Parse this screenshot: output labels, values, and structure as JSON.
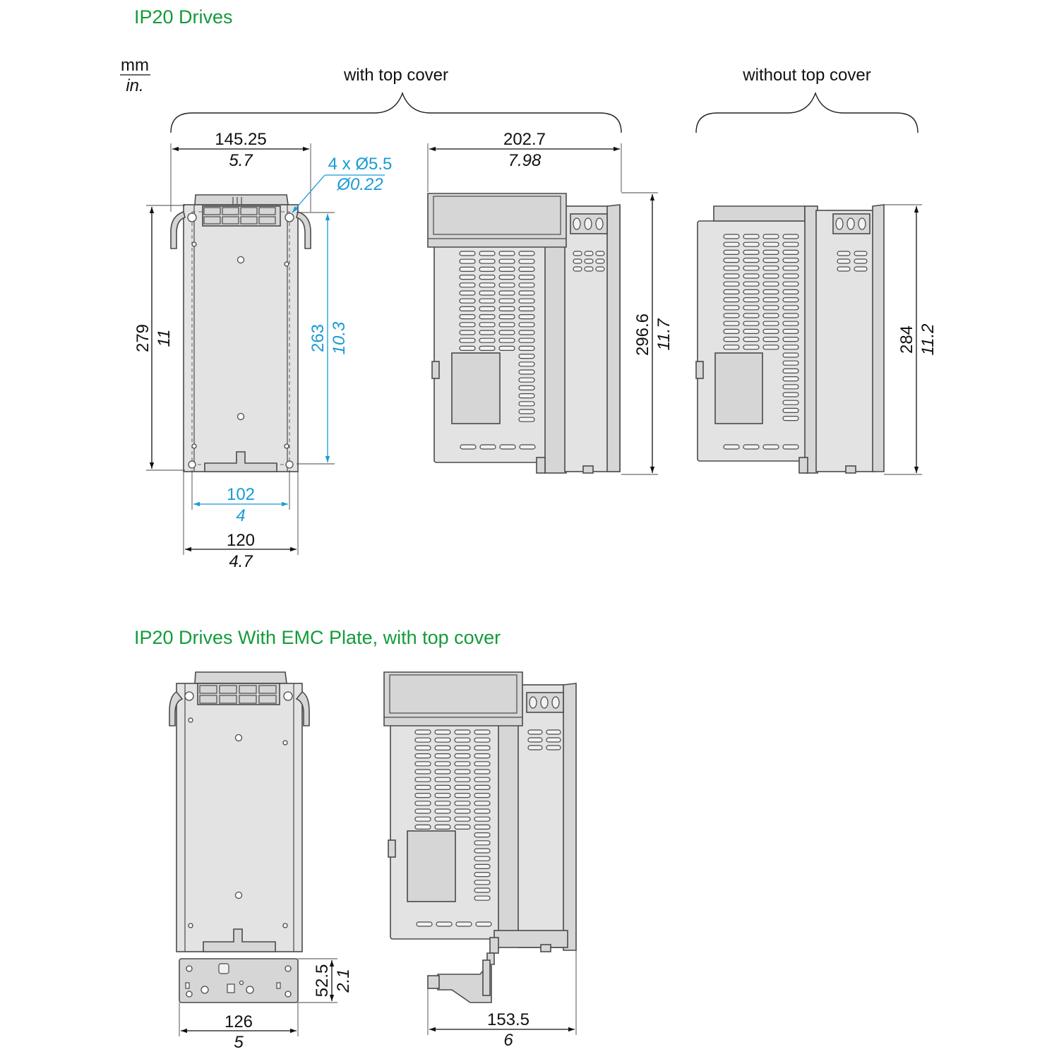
{
  "titles": {
    "section1": "IP20 Drives",
    "section2": "IP20 Drives With EMC Plate, with top cover"
  },
  "units": {
    "top": "mm",
    "bottom": "in."
  },
  "group_labels": {
    "with_cover": "with top cover",
    "without_cover": "without top cover"
  },
  "dims": {
    "front_width": {
      "mm": "145.25",
      "in": "5.7"
    },
    "holes": {
      "mm": "4 x Ø5.5",
      "in": "Ø0.22"
    },
    "front_height": {
      "mm": "279",
      "in": "11"
    },
    "hole_vertical": {
      "mm": "263",
      "in": "10.3"
    },
    "hole_horizontal": {
      "mm": "102",
      "in": "4"
    },
    "base_width": {
      "mm": "120",
      "in": "4.7"
    },
    "side_depth": {
      "mm": "202.7",
      "in": "7.98"
    },
    "side_height_cover": {
      "mm": "296.6",
      "in": "11.7"
    },
    "side_height_nocover": {
      "mm": "284",
      "in": "11.2"
    },
    "emc_plate_height": {
      "mm": "52.5",
      "in": "2.1"
    },
    "emc_width": {
      "mm": "126",
      "in": "5"
    },
    "emc_depth": {
      "mm": "153.5",
      "in": "6"
    }
  },
  "colors": {
    "title": "#139b3a",
    "blue_dim": "#1a9ad6",
    "body": "#e3e3e3",
    "line": "#4a4a4a"
  }
}
